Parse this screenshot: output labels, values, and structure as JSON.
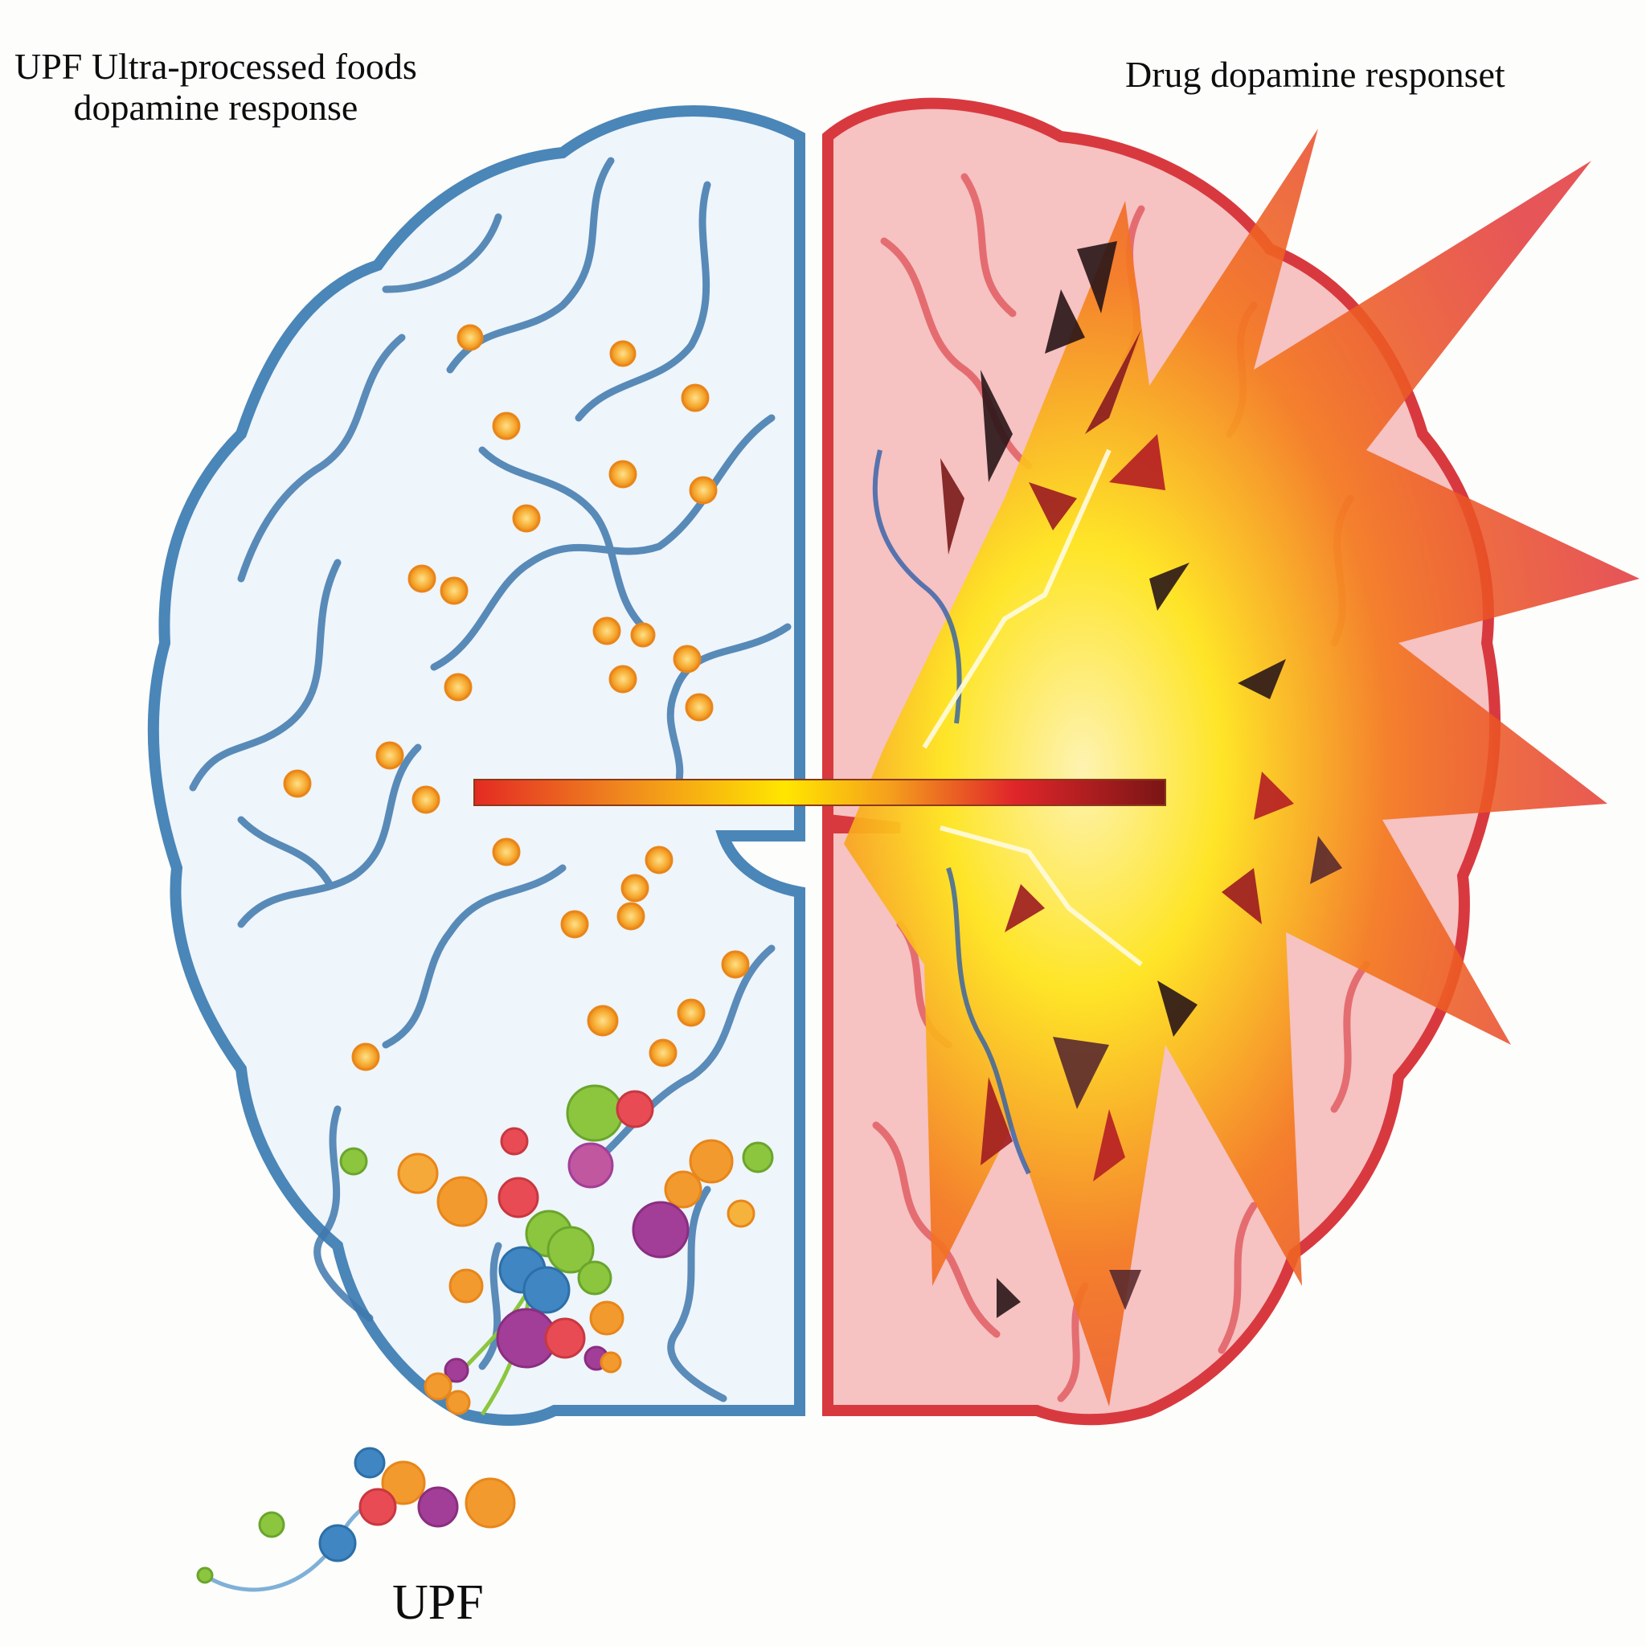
{
  "labels": {
    "left_title_line1": "UPF Ultra-processed foods",
    "left_title_line2": "dopamine response",
    "right_title": "Drug dopamine responset",
    "bottom_label": "UPF"
  },
  "colors": {
    "background": "#fdfdfb",
    "left_brain_outline": "#4a86b8",
    "left_brain_fill": "#eef5fb",
    "left_sulci": "#3f78ad",
    "dopamine_dot": "#f39a24",
    "right_brain_outline": "#d8393f",
    "right_brain_fill": "#f6c2c2",
    "explosion_yellow": "#ffe81a",
    "explosion_orange": "#f47a20",
    "explosion_red": "#e0262a",
    "shard_dark": "#2a1618",
    "gradient_bar": [
      "#e42a23",
      "#f08a1e",
      "#ffe600",
      "#f5a01c",
      "#e0262a",
      "#7a1515"
    ]
  },
  "molecule_colors": [
    "#8cc63f",
    "#e94b55",
    "#a23e97",
    "#f29a2e",
    "#3f86c3"
  ]
}
